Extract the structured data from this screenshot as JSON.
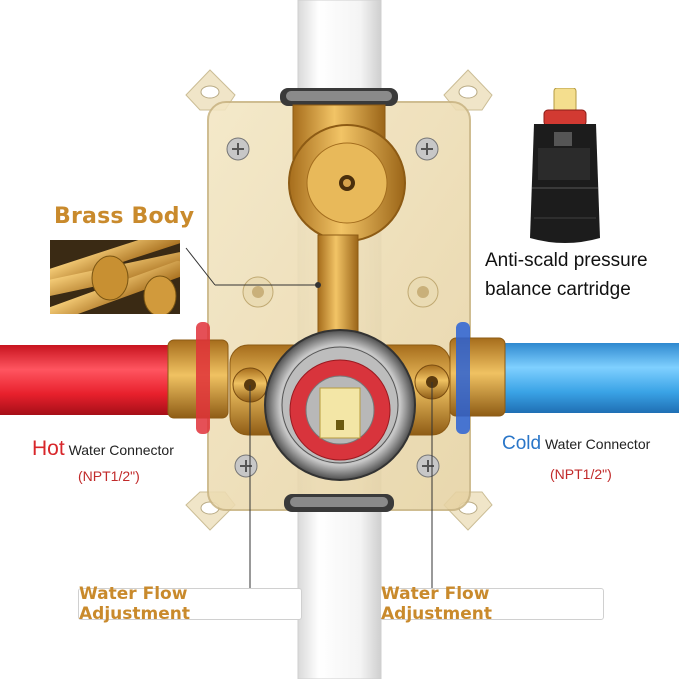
{
  "brass_label": "Brass Body",
  "cartridge": {
    "line1": "Anti-scald pressure",
    "line2": "balance cartridge"
  },
  "hot": {
    "word": "Hot",
    "rest": "Water Connector",
    "size": "(NPT1/2\")"
  },
  "cold": {
    "word": "Cold",
    "rest": "Water Connector",
    "size": "(NPT1/2\")"
  },
  "flow_left": "Water Flow Adjustment",
  "flow_right": "Water Flow Adjustment",
  "colors": {
    "accent_gold": "#c98a2c",
    "hot_red": "#d8262a",
    "cold_blue": "#2a76c8"
  }
}
